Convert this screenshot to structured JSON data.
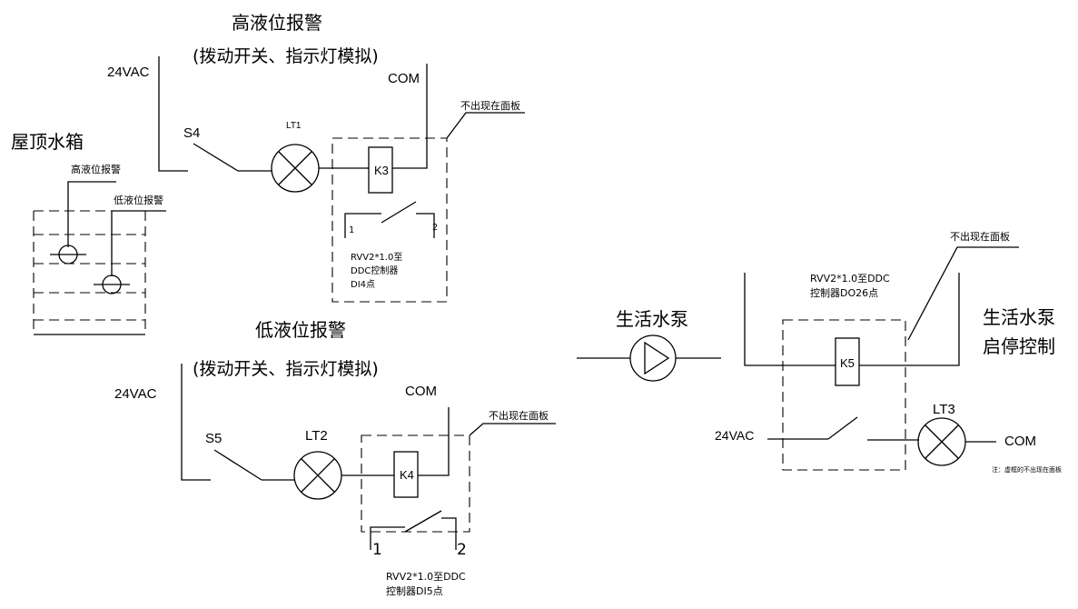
{
  "tank": {
    "title": "屋顶水箱",
    "high_label": "高液位报警",
    "low_label": "低液位报警"
  },
  "high_alarm": {
    "title": "高液位报警",
    "subtitle": "(拨动开关、指示灯模拟)",
    "supply": "24VAC",
    "com": "COM",
    "switch": "S4",
    "lamp": "LT1",
    "relay": "K3",
    "hidden_note": "不出现在面板",
    "contact_1": "1",
    "contact_2": "2",
    "cable_line1": "RVV2*1.0至",
    "cable_line2": "DDC控制器",
    "cable_line3": "DI4点"
  },
  "low_alarm": {
    "title": "低液位报警",
    "subtitle": "(拨动开关、指示灯模拟)",
    "supply": "24VAC",
    "com": "COM",
    "switch": "S5",
    "lamp": "LT2",
    "relay": "K4",
    "hidden_note": "不出现在面板",
    "contact_1": "1",
    "contact_2": "2",
    "cable_line1": "RVV2*1.0至DDC",
    "cable_line2": "控制器DI5点"
  },
  "pump": {
    "title": "生活水泵"
  },
  "pump_control": {
    "title_line1": "生活水泵",
    "title_line2": "启停控制",
    "hidden_note": "不出现在面板",
    "cable_line1": "RVV2*1.0至DDC",
    "cable_line2": "控制器DO26点",
    "relay": "K5",
    "supply": "24VAC",
    "lamp": "LT3",
    "com": "COM",
    "footnote": "注：虚框的不出现在面板"
  }
}
